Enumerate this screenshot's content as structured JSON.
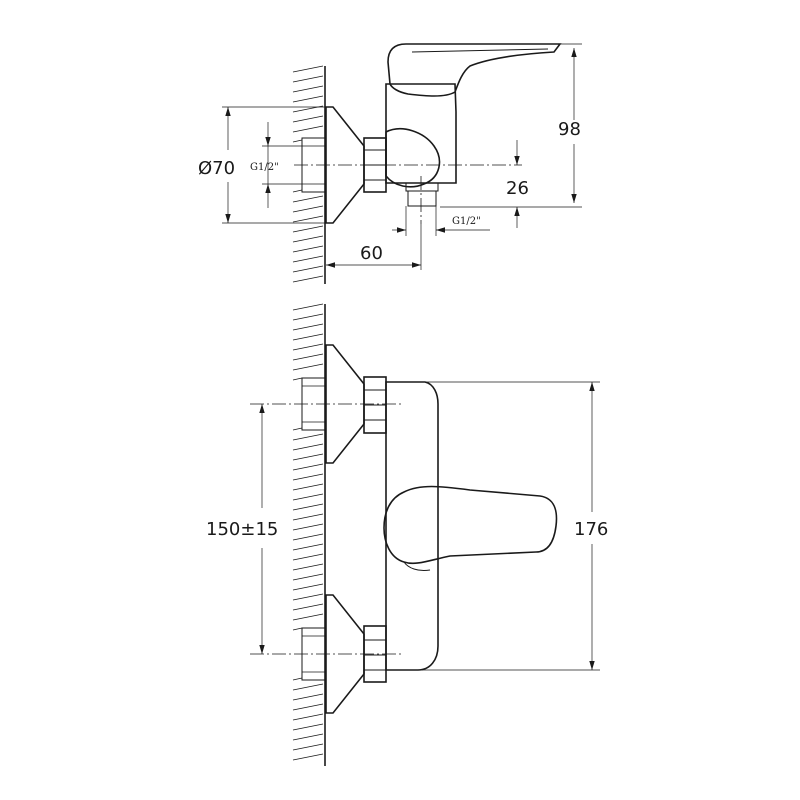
{
  "side_view": {
    "flange_diameter": "Ø70",
    "inlet_thread": "G1/2\"",
    "height": "98",
    "outlet_offset": "26",
    "outlet_thread": "G1/2\"",
    "projection": "60"
  },
  "front_view": {
    "inlet_spacing": "150±15",
    "body_height": "176"
  }
}
